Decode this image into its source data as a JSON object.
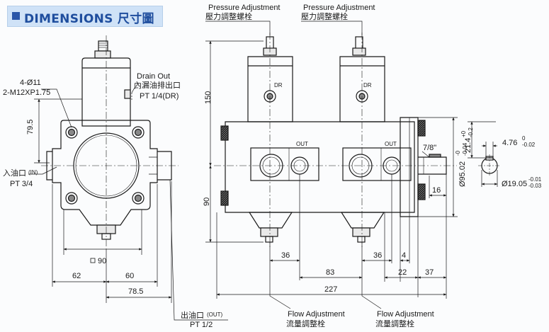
{
  "header": {
    "title": "DIMENSIONS 尺寸圖"
  },
  "labels": {
    "holes": "4-Ø11",
    "thread": "2-M12XP1.75",
    "drain_en": "Drain Out",
    "drain_cn": "內漏油排出口",
    "drain_pt": "PT 1/4(DR)",
    "inlet_cn": "入油口",
    "inlet_tag": "(IN)",
    "inlet_pt": "PT 3/4",
    "outlet_cn": "出油口",
    "outlet_tag": "(OUT)",
    "outlet_pt": "PT 1/2",
    "pressure_en": "Pressure Adjustment",
    "pressure_cn": "壓力調整螺栓",
    "flow_en": "Flow Adjustment",
    "flow_cn": "流量調整栓",
    "dr": "DR",
    "out": "OUT",
    "keyway": "7/8\""
  },
  "dimensions": {
    "d79_5": "79.5",
    "d90_square": "90",
    "d62": "62",
    "d60": "60",
    "d78_5": "78.5",
    "d150": "150",
    "d90_side": "90",
    "d36_a": "36",
    "d36_b": "36",
    "d4": "4",
    "d83": "83",
    "d22": "22",
    "d37": "37",
    "d227": "227",
    "d16": "16",
    "d95_02": "Ø95.02",
    "d95_tol_up": "-0",
    "d95_tol_low": "-0.04",
    "d21_4": "21.4",
    "d21_tol_up": "+0",
    "d21_tol_low": "-0.2",
    "d4_76": "4.76",
    "d4_76_tol_up": "0",
    "d4_76_tol_low": "-0.02",
    "d19_05": "Ø19.05",
    "d19_tol_up": "-0.01",
    "d19_tol_low": "-0.03"
  }
}
